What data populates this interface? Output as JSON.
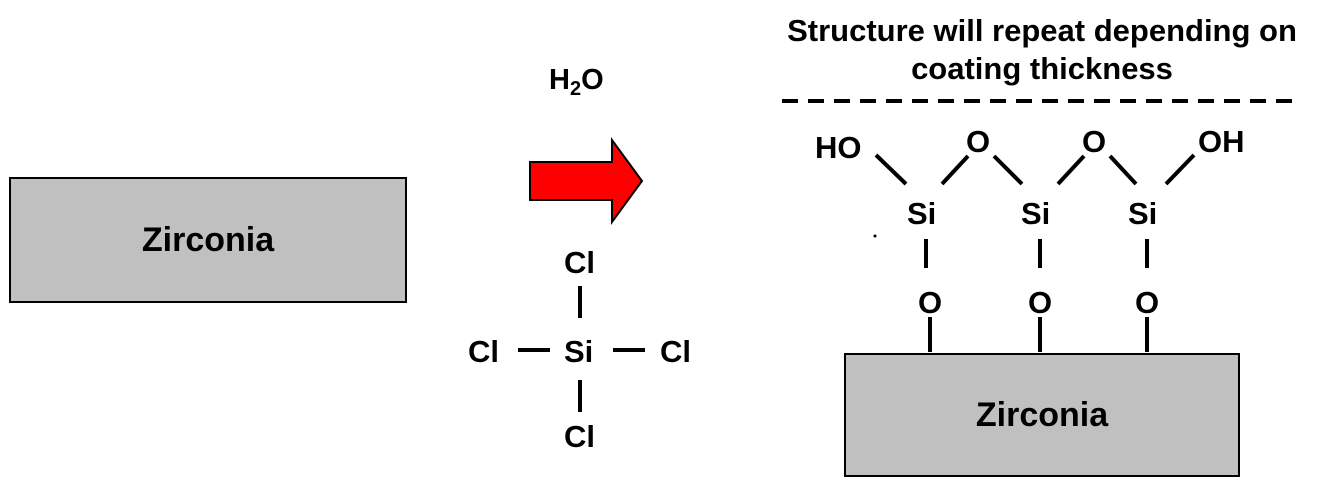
{
  "left_panel": {
    "substrate_label": "Zirconia"
  },
  "reaction": {
    "reagent_main": "H",
    "reagent_sub": "2",
    "reagent_tail": "O",
    "arrow_color": "#ff0000"
  },
  "precursor": {
    "center_atom": "Si",
    "top_atom": "Cl",
    "left_atom": "Cl",
    "right_atom": "Cl",
    "bottom_atom": "Cl"
  },
  "product": {
    "title_line1": "Structure will repeat depending on",
    "title_line2": "coating thickness",
    "terminal_left": "HO",
    "terminal_right": "OH",
    "bridge_oxygen_1": "O",
    "bridge_oxygen_2": "O",
    "silicon_1": "Si",
    "silicon_2": "Si",
    "silicon_3": "Si",
    "anchor_oxygen_1": "O",
    "anchor_oxygen_2": "O",
    "anchor_oxygen_3": "O",
    "substrate_label": "Zirconia"
  },
  "colors": {
    "substrate_fill": "#c0c0c0",
    "arrow": "#ff0000"
  }
}
